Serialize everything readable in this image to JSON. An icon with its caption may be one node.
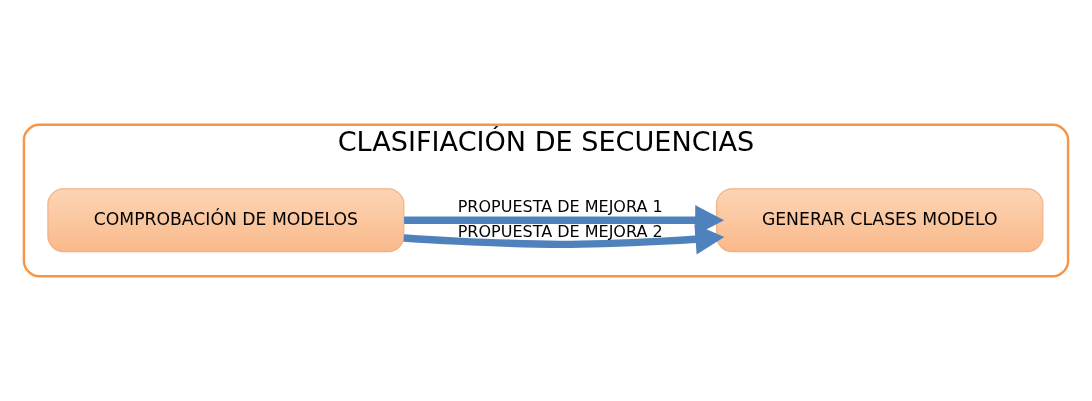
{
  "diagram": {
    "nodes": [
      {
        "text": [
          "CLASIFIACIÓN DE SECUENCIAS"
        ]
      },
      {
        "text": [
          "GENERAR CLASES MODELO"
        ],
        "in": 0
      },
      {
        "text": [
          "COMPROBACIÓN DE MODELOS"
        ],
        "in": 0
      }
    ],
    "edges": [
      {
        "from": 2,
        "to": 1,
        "arrow": "to",
        "label": "PROPUESTA DE MEJORA 1"
      },
      {
        "from": 2,
        "to": 1,
        "arrow": "to",
        "label": "PROPUESTA DE MEJORA 2"
      }
    ]
  }
}
